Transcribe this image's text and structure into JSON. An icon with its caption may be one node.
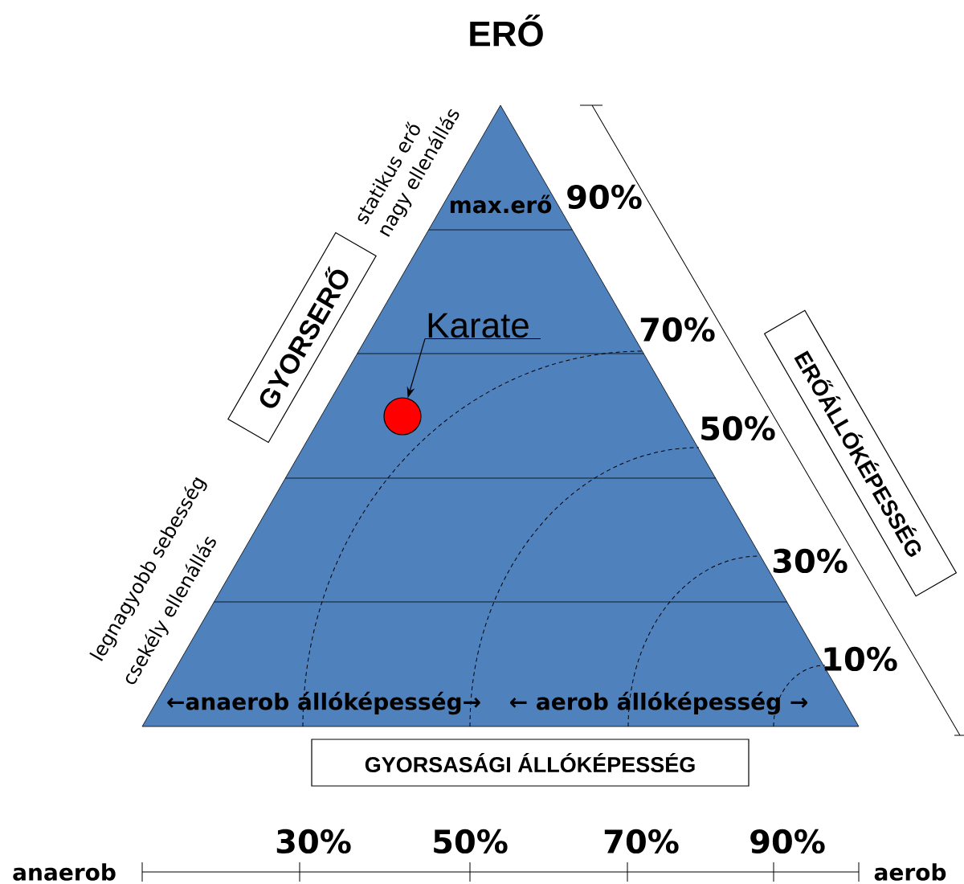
{
  "diagram": {
    "title": "ERŐ",
    "nodes": [
      {
        "text": [
          "GYORSERŐ"
        ]
      },
      {
        "text": [
          "Karate"
        ]
      },
      {
        "text": [],
        "shape": "circle"
      },
      {
        "text": [
          "ERŐÁLLÓKÉPESSÉG"
        ]
      },
      {
        "text": [
          "GYORSASÁGI ÁLLÓKÉPESSÉG"
        ]
      }
    ],
    "edges": [
      {
        "from": 1,
        "to": 2,
        "arrow": "to"
      }
    ],
    "labels": [
      "statikus erő",
      "nagy ellenállás",
      "max.erő",
      "90%",
      "70%",
      "50%",
      "30%",
      "10%",
      "legnagyobb sebesség",
      "csekély ellenállás",
      "←anaerob állóképesség→",
      "← aerob állóképesség →",
      "30%",
      "50%",
      "70%",
      "90%",
      "anaerob",
      "aerob"
    ]
  }
}
